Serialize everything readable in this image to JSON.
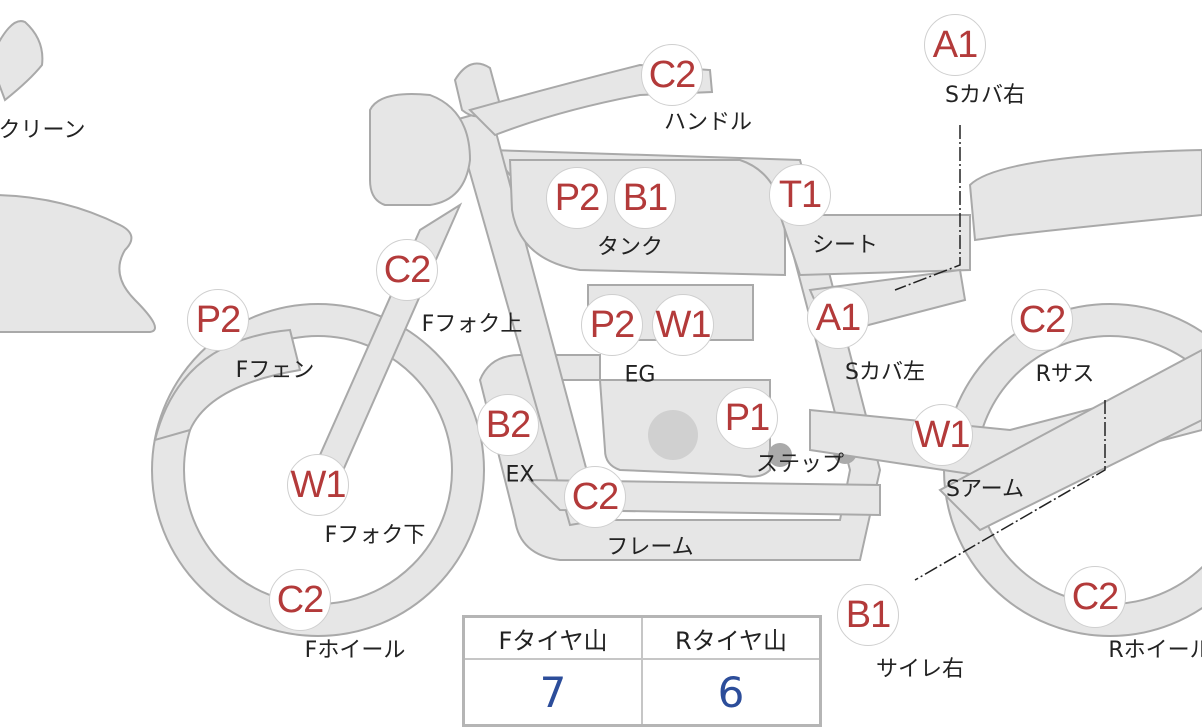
{
  "parts": {
    "screen": {
      "label": "クリーン"
    },
    "handle": {
      "code": "C2",
      "label": "ハンドル"
    },
    "side_cover_right": {
      "code": "A1",
      "label": "Sカバ右"
    },
    "tank": {
      "codes": [
        "P2",
        "B1"
      ],
      "label": "タンク"
    },
    "seat": {
      "code": "T1",
      "label": "シート"
    },
    "fork_upper": {
      "code": "C2",
      "label": "Fフォク上"
    },
    "front_fender": {
      "code": "P2",
      "label": "Fフェン"
    },
    "engine": {
      "codes": [
        "P2",
        "W1"
      ],
      "label": "EG"
    },
    "side_cover_left": {
      "code": "A1",
      "label": "Sカバ左"
    },
    "rear_suspension": {
      "code": "C2",
      "label": "Rサス"
    },
    "exhaust": {
      "code": "B2",
      "label": "EX"
    },
    "step": {
      "code": "P1",
      "label": "ステップ"
    },
    "swing_arm": {
      "code": "W1",
      "label": "Sアーム"
    },
    "fork_lower": {
      "code": "W1",
      "label": "Fフォク下"
    },
    "frame": {
      "code": "C2",
      "label": "フレーム"
    },
    "front_wheel": {
      "code": "C2",
      "label": "Fホイール"
    },
    "silencer_right": {
      "code": "B1",
      "label": "サイレ右"
    },
    "rear_wheel": {
      "code": "C2",
      "label": "Rホイール"
    }
  },
  "tread_table": {
    "headers": [
      "Fタイヤ山",
      "Rタイヤ山"
    ],
    "values": [
      "7",
      "6"
    ]
  },
  "colors": {
    "code": "#b33a3a",
    "value": "#2c4d9a",
    "part_fill": "#e6e6e6"
  }
}
